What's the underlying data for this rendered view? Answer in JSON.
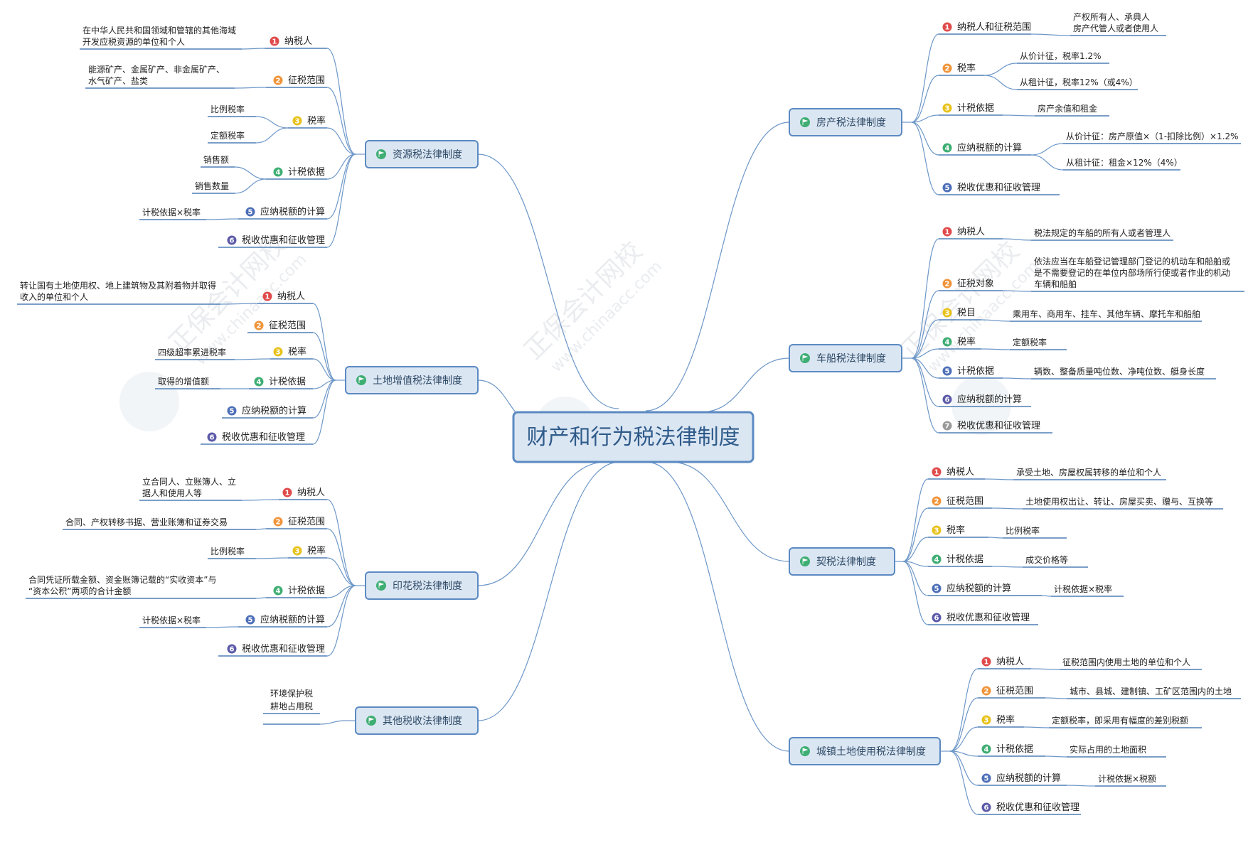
{
  "center": {
    "label": "财产和行为税法律制度"
  },
  "watermark": {
    "text": "正保会计网校",
    "url": "www.chinaacc.com"
  },
  "colors": {
    "line": "#6d97c8",
    "underline": "#4f7fb6",
    "box_fill": "#dbe6f3",
    "box_stroke": "#5b8ac2",
    "flag": "#3fae73",
    "num": [
      "#e04a4a",
      "#f0943a",
      "#e8c21b",
      "#3fae73",
      "#4d6fb8",
      "#5c5aa8",
      "#999999"
    ]
  },
  "branches": [
    {
      "label": "资源税法律制度",
      "side": "left",
      "items": [
        {
          "n": "1",
          "label": "纳税人",
          "leaves": [
            {
              "lines": [
                "在中华人民共和国领域和管辖的其他海域",
                "开发应税资源的单位和个人"
              ]
            }
          ]
        },
        {
          "n": "2",
          "label": "征税范围",
          "leaves": [
            {
              "lines": [
                "能源矿产、金属矿产、非金属矿产、",
                "水气矿产、盐类"
              ]
            }
          ]
        },
        {
          "n": "3",
          "label": "税率",
          "leaves": [
            {
              "lines": [
                "比例税率"
              ]
            },
            {
              "lines": [
                "定额税率"
              ]
            }
          ]
        },
        {
          "n": "4",
          "label": "计税依据",
          "leaves": [
            {
              "lines": [
                "销售额"
              ]
            },
            {
              "lines": [
                "销售数量"
              ]
            }
          ]
        },
        {
          "n": "5",
          "label": "应纳税额的计算",
          "leaves": [
            {
              "lines": [
                "计税依据×税率"
              ]
            }
          ]
        },
        {
          "n": "6",
          "label": "税收优惠和征收管理",
          "leaves": []
        }
      ]
    },
    {
      "label": "土地增值税法律制度",
      "side": "left",
      "items": [
        {
          "n": "1",
          "label": "纳税人",
          "leaves": [
            {
              "lines": [
                "转让国有土地使用权、地上建筑物及其附着物并取得",
                "收入的单位和个人"
              ]
            }
          ]
        },
        {
          "n": "2",
          "label": "征税范围",
          "leaves": []
        },
        {
          "n": "3",
          "label": "税率",
          "leaves": [
            {
              "lines": [
                "四级超率累进税率"
              ]
            }
          ]
        },
        {
          "n": "4",
          "label": "计税依据",
          "leaves": [
            {
              "lines": [
                "取得的增值额"
              ]
            }
          ]
        },
        {
          "n": "5",
          "label": "应纳税额的计算",
          "leaves": []
        },
        {
          "n": "6",
          "label": "税收优惠和征收管理",
          "leaves": []
        }
      ]
    },
    {
      "label": "印花税法律制度",
      "side": "left",
      "items": [
        {
          "n": "1",
          "label": "纳税人",
          "leaves": [
            {
              "lines": [
                "立合同人、立账簿人、立",
                "据人和使用人等"
              ]
            }
          ]
        },
        {
          "n": "2",
          "label": "征税范围",
          "leaves": [
            {
              "lines": [
                "合同、产权转移书据、营业账簿和证券交易"
              ]
            }
          ]
        },
        {
          "n": "3",
          "label": "税率",
          "leaves": [
            {
              "lines": [
                "比例税率"
              ]
            }
          ]
        },
        {
          "n": "4",
          "label": "计税依据",
          "leaves": [
            {
              "lines": [
                "合同凭证所载金额、资金账簿记载的“实收资本”与",
                "“资本公积”两项的合计金额"
              ]
            }
          ]
        },
        {
          "n": "5",
          "label": "应纳税额的计算",
          "leaves": [
            {
              "lines": [
                "计税依据×税率"
              ]
            }
          ]
        },
        {
          "n": "6",
          "label": "税收优惠和征收管理",
          "leaves": []
        }
      ]
    },
    {
      "label": "其他税收法律制度",
      "side": "left",
      "items": [
        {
          "n": "",
          "label": "",
          "leaves": [
            {
              "lines": [
                "环境保护税",
                "耕地占用税"
              ]
            }
          ]
        }
      ]
    },
    {
      "label": "房产税法律制度",
      "side": "right",
      "items": [
        {
          "n": "1",
          "label": "纳税人和征税范围",
          "leaves": [
            {
              "lines": [
                "产权所有人、承典人",
                "房产代管人或者使用人"
              ]
            }
          ]
        },
        {
          "n": "2",
          "label": "税率",
          "leaves": [
            {
              "lines": [
                "从价计征，税率1.2%"
              ]
            },
            {
              "lines": [
                "从租计征，税率12%（或4%）"
              ]
            }
          ]
        },
        {
          "n": "3",
          "label": "计税依据",
          "leaves": [
            {
              "lines": [
                "房产余值和租金"
              ]
            }
          ]
        },
        {
          "n": "4",
          "label": "应纳税额的计算",
          "leaves": [
            {
              "lines": [
                "从价计征：房产原值×（1-扣除比例）×1.2%"
              ]
            },
            {
              "lines": [
                "从租计征：租金×12%（4%）"
              ]
            }
          ]
        },
        {
          "n": "5",
          "label": "税收优惠和征收管理",
          "leaves": []
        }
      ]
    },
    {
      "label": "车船税法律制度",
      "side": "right",
      "items": [
        {
          "n": "1",
          "label": "纳税人",
          "leaves": [
            {
              "lines": [
                "税法规定的车船的所有人或者管理人"
              ]
            }
          ]
        },
        {
          "n": "2",
          "label": "征税对象",
          "leaves": [
            {
              "lines": [
                "依法应当在车船登记管理部门登记的机动车和船舶或",
                "是不需要登记的在单位内部场所行使或者作业的机动",
                "车辆和船舶"
              ]
            }
          ]
        },
        {
          "n": "3",
          "label": "税目",
          "leaves": [
            {
              "lines": [
                "乘用车、商用车、挂车、其他车辆、摩托车和船舶"
              ]
            }
          ]
        },
        {
          "n": "4",
          "label": "税率",
          "leaves": [
            {
              "lines": [
                "定额税率"
              ]
            }
          ]
        },
        {
          "n": "5",
          "label": "计税依据",
          "leaves": [
            {
              "lines": [
                "辆数、整备质量吨位数、净吨位数、艇身长度"
              ]
            }
          ]
        },
        {
          "n": "6",
          "label": "应纳税额的计算",
          "leaves": []
        },
        {
          "n": "7",
          "label": "税收优惠和征收管理",
          "leaves": []
        }
      ]
    },
    {
      "label": "契税法律制度",
      "side": "right",
      "items": [
        {
          "n": "1",
          "label": "纳税人",
          "leaves": [
            {
              "lines": [
                "承受土地、房屋权属转移的单位和个人"
              ]
            }
          ]
        },
        {
          "n": "2",
          "label": "征税范围",
          "leaves": [
            {
              "lines": [
                "土地使用权出让、转让、房屋买卖、赠与、互换等"
              ]
            }
          ]
        },
        {
          "n": "3",
          "label": "税率",
          "leaves": [
            {
              "lines": [
                "比例税率"
              ]
            }
          ]
        },
        {
          "n": "4",
          "label": "计税依据",
          "leaves": [
            {
              "lines": [
                "成交价格等"
              ]
            }
          ]
        },
        {
          "n": "5",
          "label": "应纳税额的计算",
          "leaves": [
            {
              "lines": [
                "计税依据×税率"
              ]
            }
          ]
        },
        {
          "n": "6",
          "label": "税收优惠和征收管理",
          "leaves": []
        }
      ]
    },
    {
      "label": "城镇土地使用税法律制度",
      "side": "right",
      "items": [
        {
          "n": "1",
          "label": "纳税人",
          "leaves": [
            {
              "lines": [
                "征税范围内使用土地的单位和个人"
              ]
            }
          ]
        },
        {
          "n": "2",
          "label": "征税范围",
          "leaves": [
            {
              "lines": [
                "城市、县城、建制镇、工矿区范围内的土地"
              ]
            }
          ]
        },
        {
          "n": "3",
          "label": "税率",
          "leaves": [
            {
              "lines": [
                "定额税率，即采用有幅度的差别税额"
              ]
            }
          ]
        },
        {
          "n": "4",
          "label": "计税依据",
          "leaves": [
            {
              "lines": [
                "实际占用的土地面积"
              ]
            }
          ]
        },
        {
          "n": "5",
          "label": "应纳税额的计算",
          "leaves": [
            {
              "lines": [
                "计税依据×税额"
              ]
            }
          ]
        },
        {
          "n": "6",
          "label": "税收优惠和征收管理",
          "leaves": []
        }
      ]
    }
  ]
}
